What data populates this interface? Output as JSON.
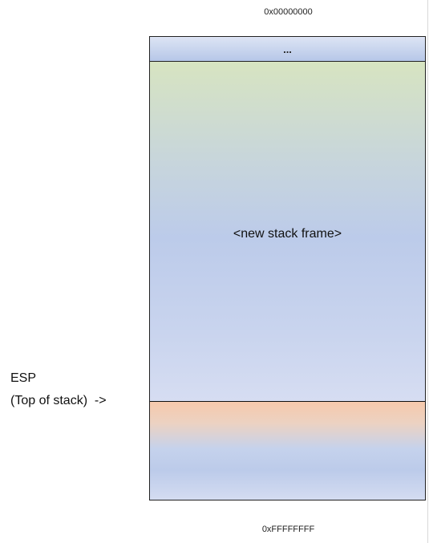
{
  "diagram": {
    "top_address": "0x00000000",
    "bottom_address": "0xFFFFFFFF",
    "segments": [
      {
        "label": "..."
      },
      {
        "label": "<new stack frame>"
      },
      {
        "label": ""
      }
    ],
    "pointer": {
      "name": "ESP",
      "description": "(Top of stack)  ->"
    },
    "colors": {
      "ellipsis_segment": "#b6c7e8",
      "frame_segment_top": "#d7e4c1",
      "frame_segment_mid": "#bccbea",
      "bottom_segment_top": "#f6c9ac",
      "bottom_segment_mid": "#bccbea",
      "border": "#222222"
    }
  }
}
